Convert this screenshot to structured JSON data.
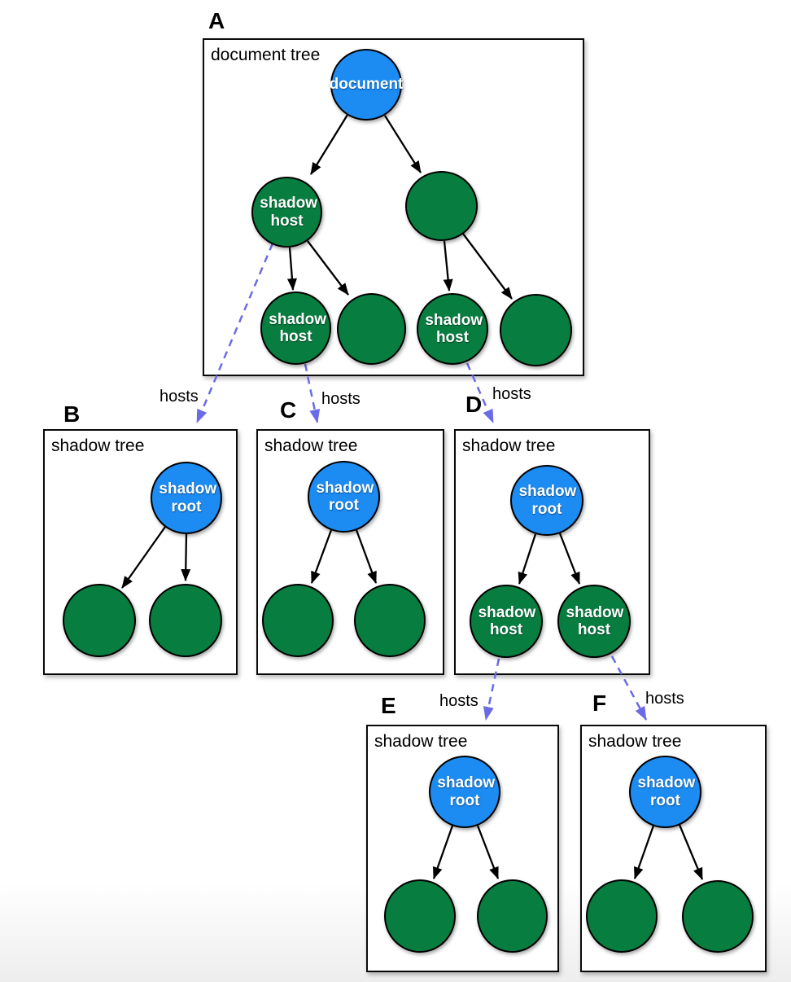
{
  "colors": {
    "node_blue": "#1c8bf2",
    "node_green": "#087d40",
    "hosts_arrow": "#6b6be6",
    "edge_black": "#000000"
  },
  "panels": [
    {
      "label": "A",
      "title": "document tree"
    },
    {
      "label": "B",
      "title": "shadow tree"
    },
    {
      "label": "C",
      "title": "shadow tree"
    },
    {
      "label": "D",
      "title": "shadow tree"
    },
    {
      "label": "E",
      "title": "shadow tree"
    },
    {
      "label": "F",
      "title": "shadow tree"
    }
  ],
  "node_labels": {
    "document": "document",
    "shadow_root": "shadow root",
    "shadow_host": "shadow host"
  },
  "hosts_edge_label": "hosts"
}
